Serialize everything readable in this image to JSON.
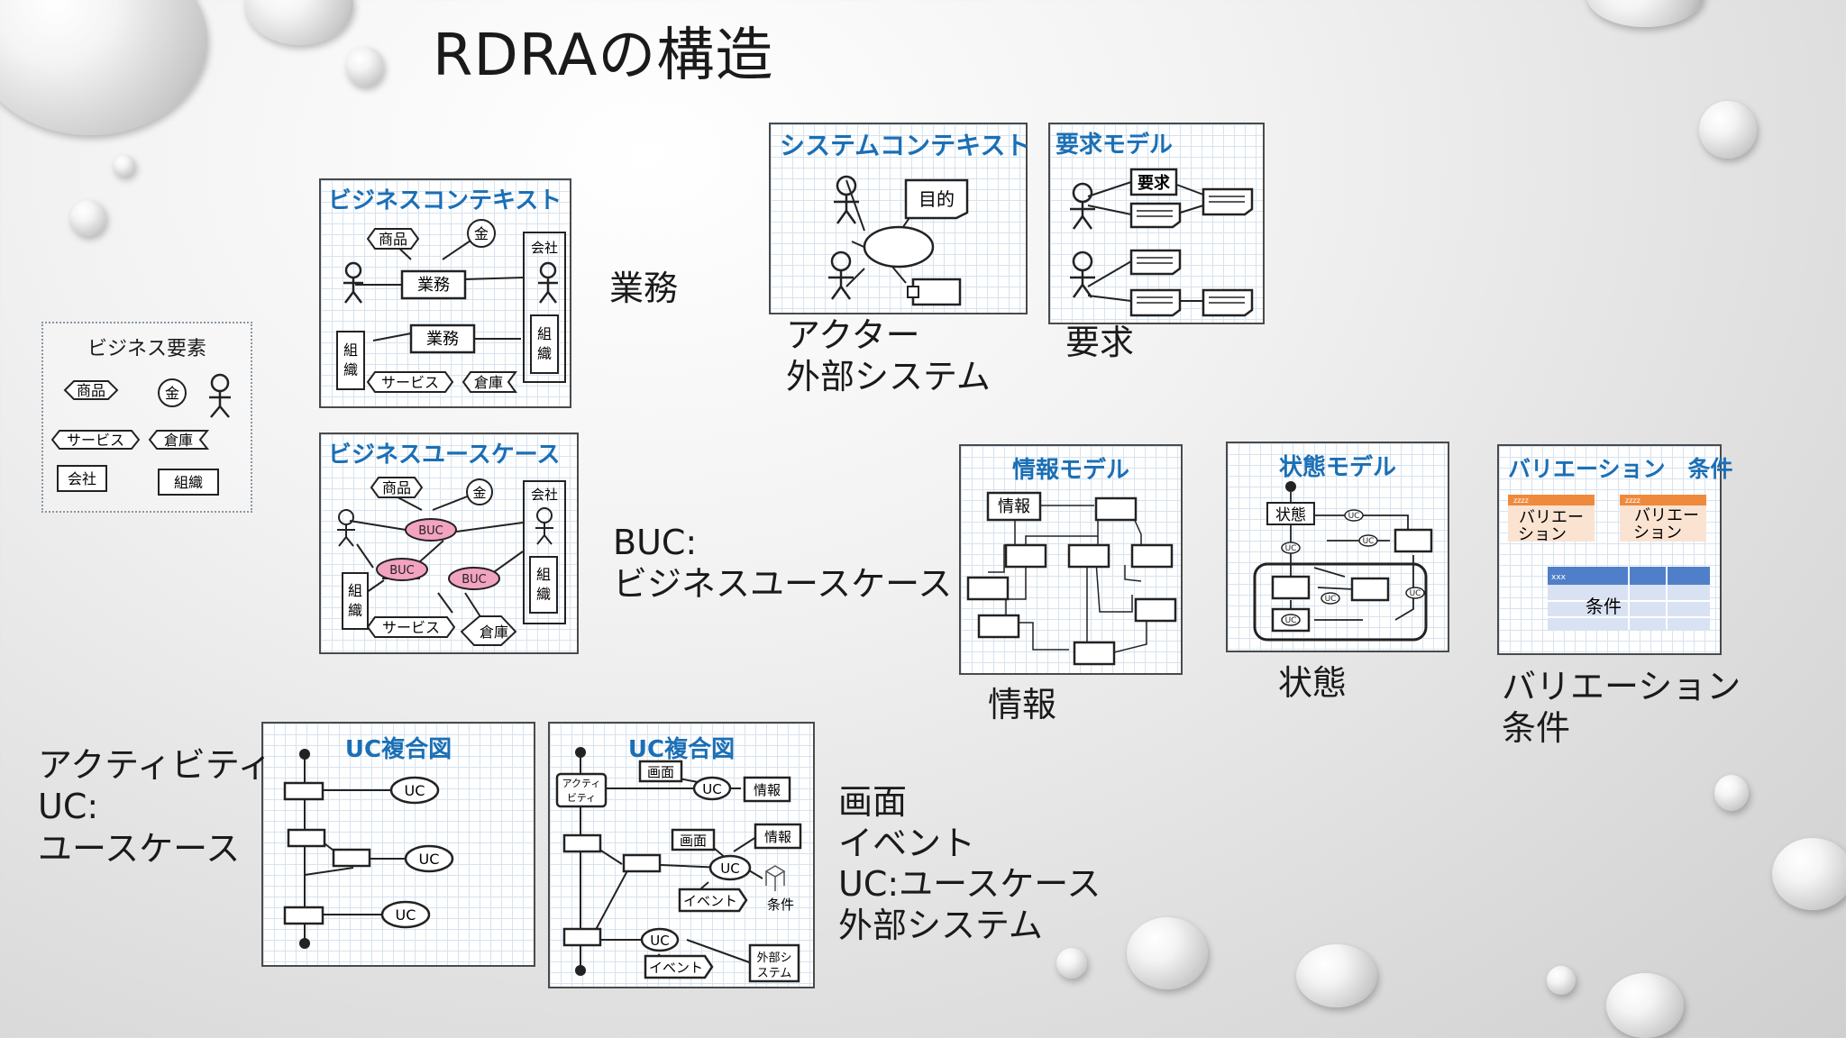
{
  "title": "RDRAの構造",
  "legend": {
    "title": "ビジネス要素",
    "items": [
      "商品",
      "金",
      "サービス",
      "倉庫",
      "会社",
      "組織"
    ]
  },
  "panels": {
    "biz_context": {
      "title": "ビジネスコンテキスト",
      "tags": [
        "商品",
        "金",
        "会社",
        "業務",
        "業務",
        "組\n織",
        "組\n織",
        "サービス",
        "倉庫"
      ]
    },
    "biz_usecase": {
      "title": "ビジネスユースケース",
      "tags": [
        "商品",
        "金",
        "会社",
        "BUC",
        "BUC",
        "BUC",
        "組\n織",
        "組\n織",
        "サービス",
        "倉庫"
      ]
    },
    "sys_context": {
      "title": "システムコンテキスト",
      "tags": [
        "目的"
      ]
    },
    "req_model": {
      "title": "要求モデル",
      "tags": [
        "要求"
      ]
    },
    "info_model": {
      "title": "情報モデル",
      "tags": [
        "情報"
      ]
    },
    "state_model": {
      "title": "状態モデル",
      "tags": [
        "状態",
        "UC"
      ]
    },
    "variation": {
      "title": "バリエーション　条件",
      "tags": [
        "zzzz",
        "バリエー\nション",
        "zzzz",
        "バリエー\nション",
        "xxx",
        "条件"
      ]
    },
    "uc_complex_1": {
      "title": "UC複合図",
      "tags": [
        "UC",
        "UC",
        "UC"
      ]
    },
    "uc_complex_2": {
      "title": "UC複合図",
      "tags": [
        "アクティ\nビティ",
        "画面",
        "UC",
        "情報",
        "画面",
        "情報",
        "UC",
        "イベント",
        "条件",
        "UC",
        "イベント",
        "外部シ\nステム"
      ]
    }
  },
  "labels": {
    "gyomu": "業務",
    "buc": "BUC:\nビジネスユースケース",
    "actor": "アクター\n外部システム",
    "yokyu": "要求",
    "joho": "情報",
    "jotai": "状態",
    "variation": "バリエーション\n条件",
    "activity": "アクティビティ\nUC:\nユースケース",
    "screen": "画面\nイベント\nUC:ユースケース\n外部システム"
  },
  "colors": {
    "panel_title": "#1b6fb5",
    "buc_fill": "#f2a3c0",
    "variation_orange": "#ef8a3c",
    "variation_blue": "#4f7fc8"
  }
}
